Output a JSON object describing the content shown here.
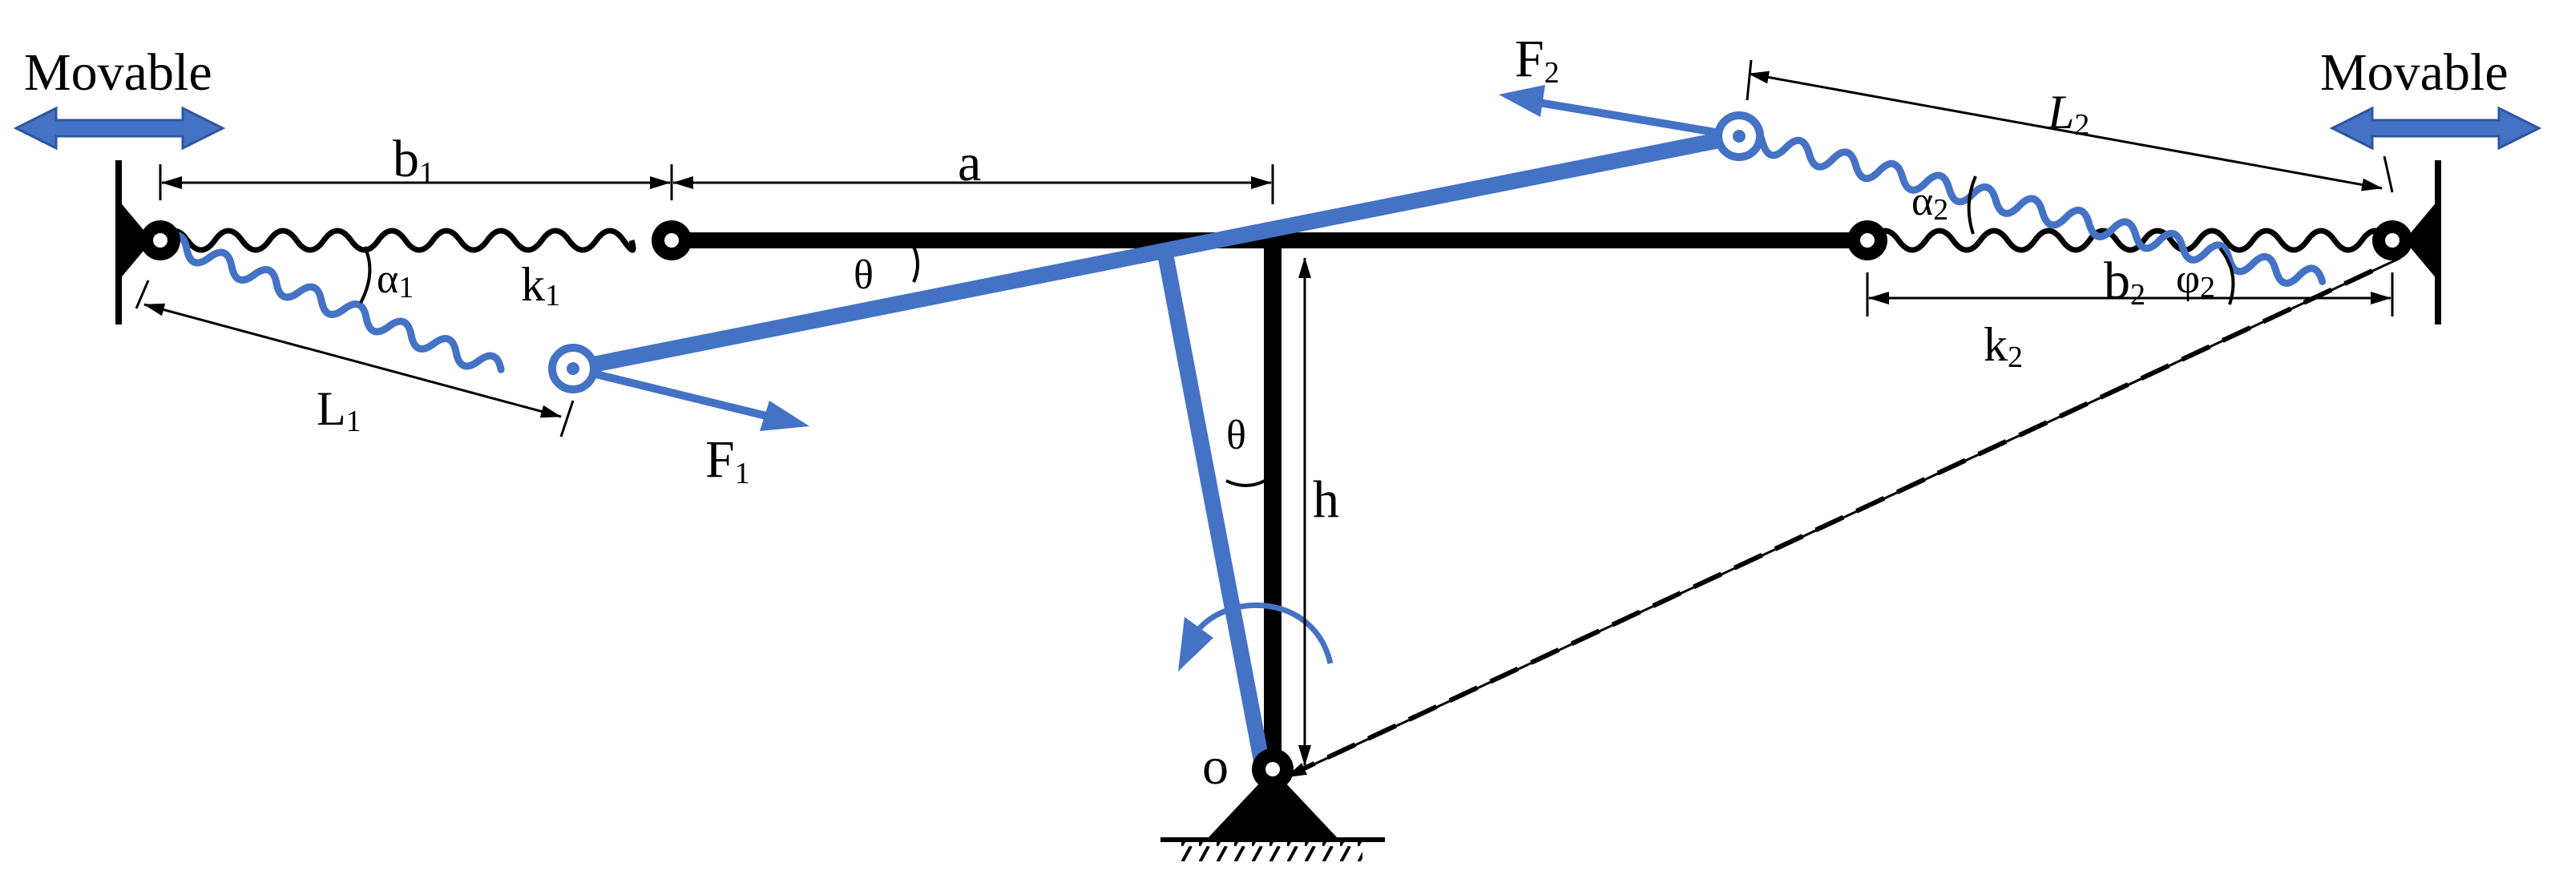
{
  "colors": {
    "ink": "#000000",
    "accent": "#4472c4",
    "accent_dark": "#2e55a0",
    "background": "#ffffff"
  },
  "labels": {
    "movable_left": "Movable",
    "movable_right": "Movable",
    "a": "a",
    "h": "h",
    "o": "o",
    "b1": {
      "base": "b",
      "sub": "1"
    },
    "b2": {
      "base": "b",
      "sub": "2"
    },
    "k1": {
      "base": "k",
      "sub": "1"
    },
    "k2": {
      "base": "k",
      "sub": "2"
    },
    "L1": {
      "base": "L",
      "sub": "1"
    },
    "L2": {
      "base": "L",
      "sub": "2"
    },
    "F1": {
      "base": "F",
      "sub": "1"
    },
    "F2": {
      "base": "F",
      "sub": "2"
    },
    "alpha1": {
      "base": "α",
      "sub": "1"
    },
    "alpha2": {
      "base": "α",
      "sub": "2"
    },
    "phi2": {
      "base": "φ",
      "sub": "2"
    },
    "theta_top": "θ",
    "theta_mid": "θ"
  },
  "icons": [
    "double-arrow-icon",
    "pivot-triangle-icon",
    "hinge-joint-icon",
    "rotation-arrow-icon"
  ]
}
